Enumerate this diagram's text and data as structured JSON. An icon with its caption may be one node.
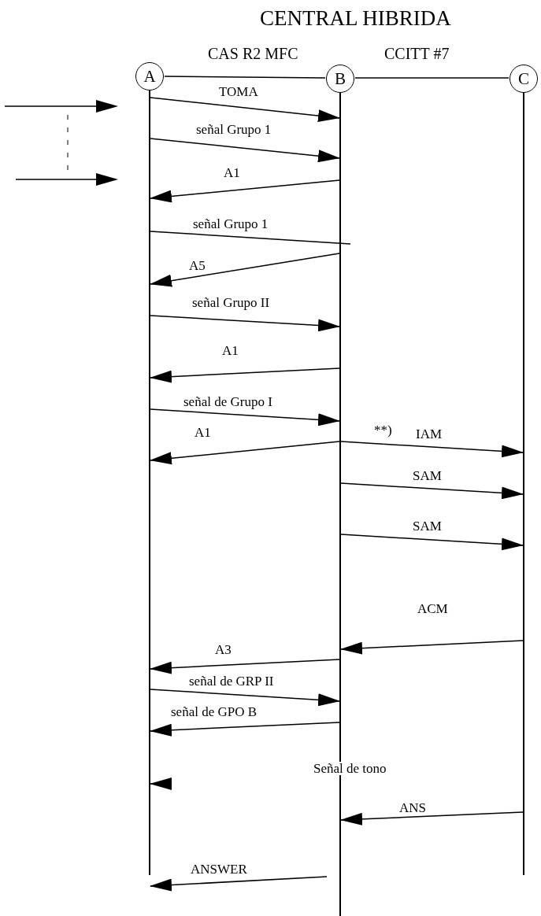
{
  "diagram": {
    "title": "CENTRAL HIBRIDA",
    "nodes": [
      {
        "text": [
          "A"
        ]
      },
      {
        "text": [
          "B"
        ]
      },
      {
        "text": [
          "C"
        ]
      },
      {
        "text": [],
        "shape": "bar"
      },
      {
        "text": [],
        "shape": "bar"
      },
      {
        "text": [],
        "shape": "bar"
      }
    ],
    "edges": [
      {
        "from": 0,
        "to": 1,
        "arrow": "none",
        "label": "CAS R2 MFC"
      },
      {
        "from": 1,
        "to": 2,
        "arrow": "none",
        "label": "CCITT #7"
      },
      {
        "from": 3,
        "to": 4,
        "arrow": "to",
        "label": "TOMA"
      },
      {
        "from": 3,
        "to": 4,
        "arrow": "to",
        "label": "señal Grupo 1"
      },
      {
        "from": 4,
        "to": 3,
        "arrow": "to",
        "label": "A1"
      },
      {
        "from": 3,
        "to": 4,
        "arrow": "none",
        "label": "señal Grupo 1"
      },
      {
        "from": 4,
        "to": 3,
        "arrow": "to",
        "label": "A5"
      },
      {
        "from": 3,
        "to": 4,
        "arrow": "to",
        "label": "señal Grupo II"
      },
      {
        "from": 4,
        "to": 3,
        "arrow": "to",
        "label": "A1"
      },
      {
        "from": 3,
        "to": 4,
        "arrow": "to",
        "label": "señal de Grupo I"
      },
      {
        "from": 4,
        "to": 3,
        "arrow": "to",
        "label": "A1"
      },
      {
        "from": 4,
        "to": 5,
        "arrow": "to",
        "label": "IAM"
      },
      {
        "from": 4,
        "to": 5,
        "arrow": "to",
        "label": "SAM"
      },
      {
        "from": 4,
        "to": 5,
        "arrow": "to",
        "label": "SAM"
      },
      {
        "from": 5,
        "to": 4,
        "arrow": "to",
        "label": "ACM"
      },
      {
        "from": 4,
        "to": 3,
        "arrow": "to",
        "label": "A3"
      },
      {
        "from": 3,
        "to": 4,
        "arrow": "to",
        "label": "señal de GRP II"
      },
      {
        "from": 4,
        "to": 3,
        "arrow": "to",
        "label": "señal de GPO B"
      },
      {
        "from": null,
        "to": 3,
        "arrow": "to"
      },
      {
        "from": 5,
        "to": 4,
        "arrow": "to",
        "label": "ANS"
      },
      {
        "from": null,
        "to": 3,
        "arrow": "to",
        "label": "ANSWER"
      }
    ],
    "labels": [
      "**)",
      "Señal de tono"
    ]
  }
}
